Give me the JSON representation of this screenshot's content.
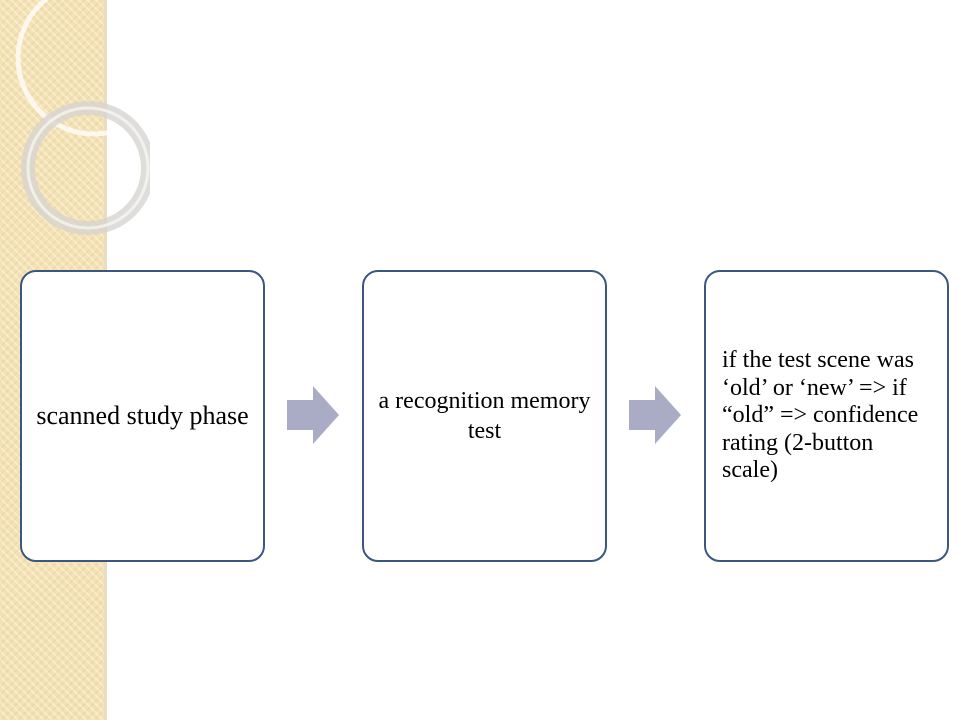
{
  "diagram": {
    "type": "process-flow",
    "steps": [
      {
        "id": "step-1",
        "label": "scanned study phase"
      },
      {
        "id": "step-2",
        "label": "a recognition memory   test"
      },
      {
        "id": "step-3",
        "label": "if the test scene was ‘old’ or ‘new’ => if “old” => confidence rating (2-button scale)"
      }
    ],
    "connectors": [
      {
        "from": "step-1",
        "to": "step-2",
        "shape": "block-arrow-right"
      },
      {
        "from": "step-2",
        "to": "step-3",
        "shape": "block-arrow-right"
      }
    ],
    "colors": {
      "box_border": "#3b5680",
      "arrow": "#a9acc4",
      "side_strip": "#f4e2b4"
    }
  }
}
